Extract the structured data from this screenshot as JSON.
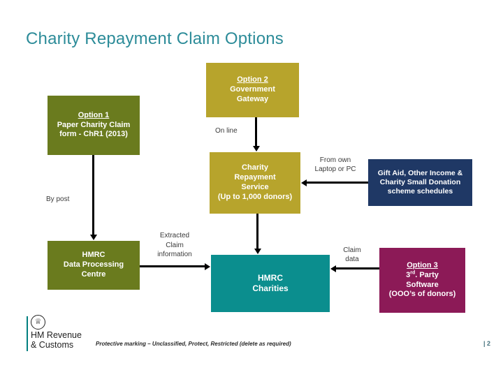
{
  "slide": {
    "title": "Charity Repayment Claim Options",
    "footer_text": "Protective marking – Unclassified, Protect, Restricted (delete as required)",
    "page_number": "| 2",
    "logo": {
      "crown_icon": "♕",
      "line1": "HM Revenue",
      "line2": "& Customs"
    }
  },
  "colors": {
    "title_text": "#2d8c99",
    "mustard_box": "#b7a42c",
    "olive_box": "#6a7b1e",
    "navy_box": "#1f3865",
    "teal_box": "#0b8e8e",
    "magenta_box": "#8c1a57",
    "logo_bar": "#007f7f",
    "page_number_text": "#43707c",
    "arrow": "#000000"
  },
  "diagram": {
    "boxes": {
      "option2": {
        "heading": "Option 2",
        "lines": [
          "Government",
          "Gateway"
        ]
      },
      "option1": {
        "heading": "Option 1",
        "lines": [
          "Paper Charity Claim",
          "form - ChR1 (2013)"
        ]
      },
      "crs": {
        "lines": [
          "Charity",
          "Repayment",
          "Service",
          "(Up to 1,000 donors)"
        ]
      },
      "giftaid": {
        "lines": [
          "Gift Aid, Other Income &",
          "Charity Small Donation",
          "scheme  schedules"
        ]
      },
      "dpc": {
        "lines": [
          "HMRC",
          "Data Processing",
          "Centre"
        ]
      },
      "charities": {
        "lines": [
          "HMRC",
          "Charities"
        ]
      },
      "option3": {
        "heading": "Option 3",
        "party_line": {
          "pre": "3",
          "sup": "rd",
          "post": ". Party"
        },
        "lines": [
          "Software",
          "(OOO’s of donors)"
        ]
      }
    },
    "labels": {
      "online": "On line",
      "from_own": [
        "From own",
        "Laptop or PC"
      ],
      "by_post": "By post",
      "extracted": [
        "Extracted",
        "Claim",
        "information"
      ],
      "claim_data": [
        "Claim",
        "data"
      ]
    }
  }
}
